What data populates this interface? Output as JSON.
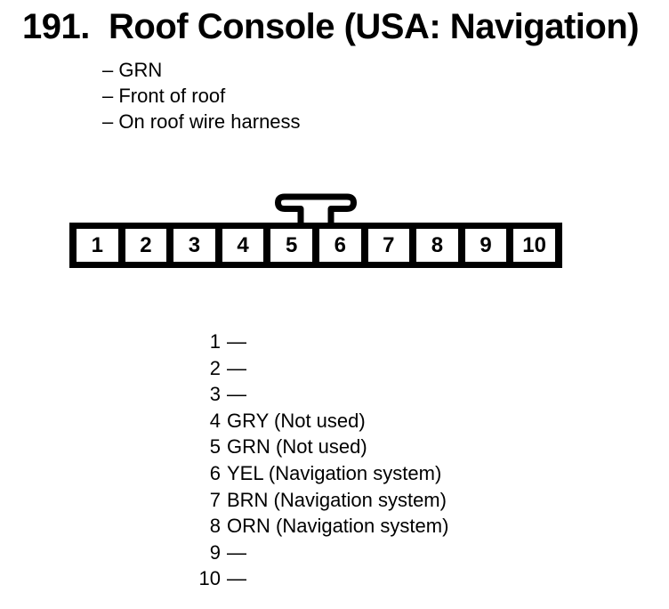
{
  "title": {
    "number": "191.",
    "text": "Roof Console (USA: Navigation)"
  },
  "notes": [
    "– GRN",
    "– Front of roof",
    "– On roof wire harness"
  ],
  "connector": {
    "cells": [
      "1",
      "2",
      "3",
      "4",
      "5",
      "6",
      "7",
      "8",
      "9",
      "10"
    ],
    "latch_icon": "t-shaped-latch-tab"
  },
  "pins": [
    {
      "num": "1",
      "label": "—"
    },
    {
      "num": "2",
      "label": "—"
    },
    {
      "num": "3",
      "label": "—"
    },
    {
      "num": "4",
      "label": "GRY (Not used)"
    },
    {
      "num": "5",
      "label": "GRN (Not used)"
    },
    {
      "num": "6",
      "label": "YEL (Navigation system)"
    },
    {
      "num": "7",
      "label": "BRN (Navigation system)"
    },
    {
      "num": "8",
      "label": "ORN (Navigation system)"
    },
    {
      "num": "9",
      "label": "—"
    },
    {
      "num": "10",
      "label": "—"
    }
  ],
  "colors": {
    "ink": "#000000",
    "background": "#ffffff"
  }
}
